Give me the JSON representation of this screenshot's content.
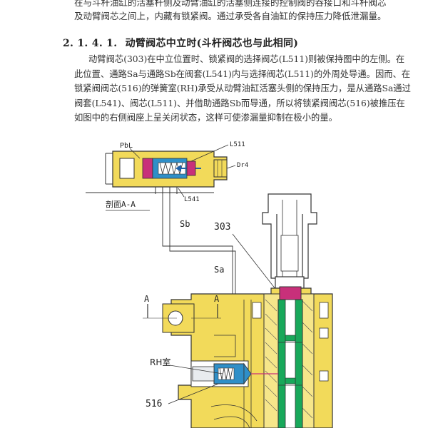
{
  "intro": {
    "line1": "在与斗杆油缸的活塞杆侧及动臂油缸的活塞侧连接的控制阀的吞接口和斗杆阀芯",
    "line2": "及动臂阀芯之间上，内藏有锁紧阀。通过承受各自油缸的保持压力降低泄漏量。"
  },
  "section": {
    "number": "2. 1. 4. 1.",
    "title": "动臂阀芯中立时(斗杆阀芯也与此相同)"
  },
  "body": "动臂阀芯(303)在中立位置时、锁紧阀的选择阀芯(L511)则被保持图中的左侧。在此位置、通路Sa与通路Sb在阀套(L541)内与选择阀芯(L511)的外周处导通。因而、在锁紧阀阀芯(516)的弹簧室(RH)承受从动臂油缸活塞头侧的保持压力，是从通路Sa通过阀套(L541)、阀芯(L511)、并借助通路Sb而导通，所以将锁紧阀阀芯(516)被推压在如图中的右侧阀座上呈关闭状态，这样可使渗漏量抑制在极小的量。",
  "figure": {
    "labels": {
      "pbl": "PbL",
      "l511": "L511",
      "dr4": "Dr4",
      "l541": "L541",
      "section_aa": "剖面A-A",
      "sb": "Sb",
      "sa": "Sa",
      "p303": "303",
      "a_left": "A",
      "a_right": "A",
      "rh": "RH室",
      "p516": "516"
    }
  },
  "colors": {
    "body_yellow": "#f2da5a",
    "green": "#18a85a",
    "magenta": "#c8307a",
    "blue": "#2f8fc8",
    "outline": "#333333"
  }
}
